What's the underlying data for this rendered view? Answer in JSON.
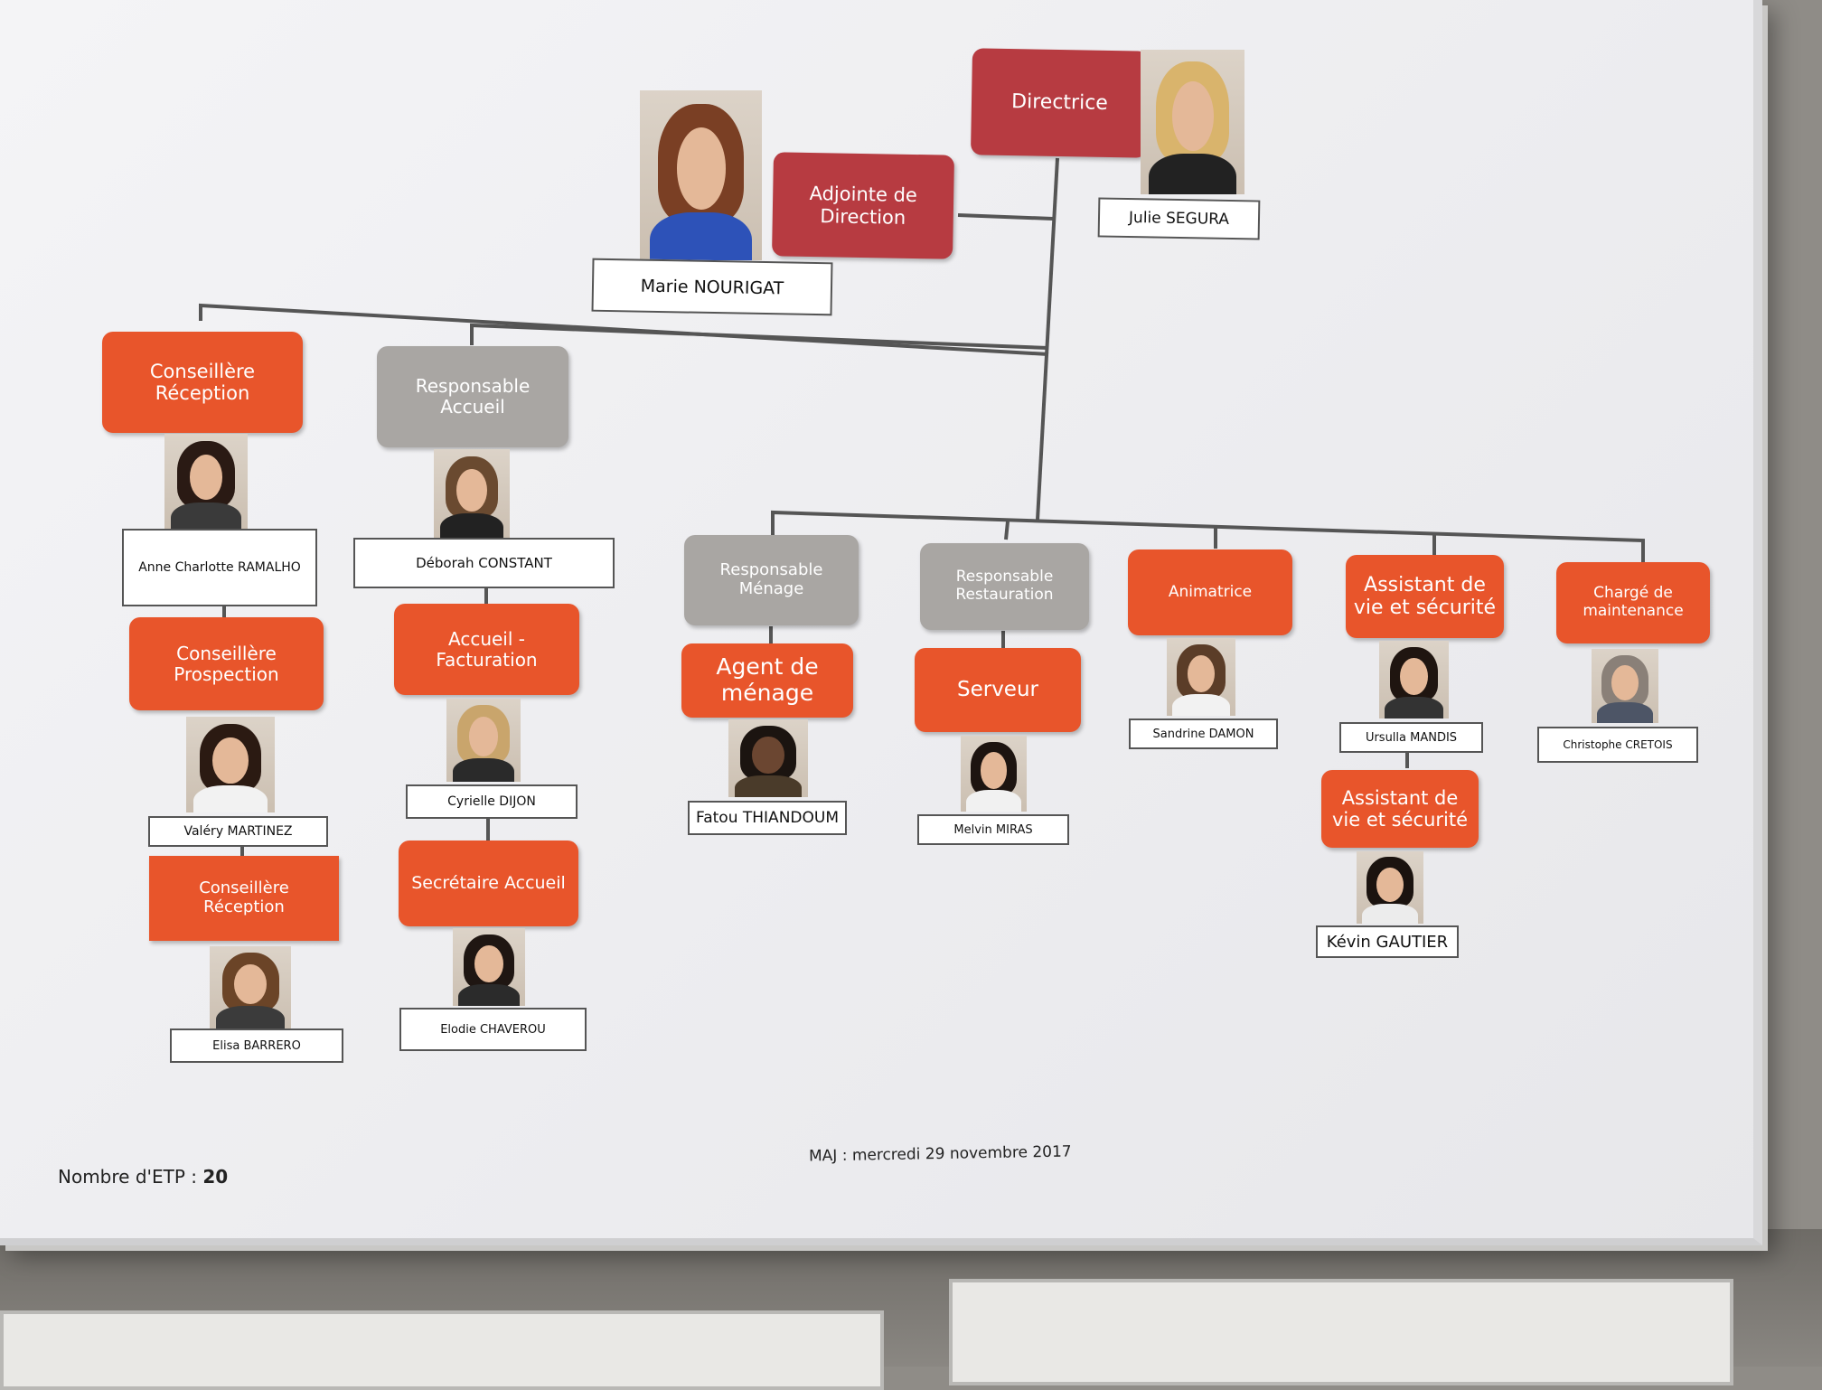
{
  "chart": {
    "roles": {
      "directrice": "Directrice",
      "adjointe": "Adjointe de Direction",
      "conseillere_reception_1": "Conseillère Réception",
      "responsable_accueil": "Responsable Accueil",
      "conseillere_prospection": "Conseillère Prospection",
      "accueil_facturation": "Accueil - Facturation",
      "conseillere_reception_2": "Conseillère Réception",
      "secretaire_accueil": "Secrétaire Accueil",
      "responsable_menage": "Responsable Ménage",
      "agent_menage": "Agent de ménage",
      "responsable_restauration": "Responsable Restauration",
      "serveur": "Serveur",
      "animatrice": "Animatrice",
      "assistant_vie_1": "Assistant de vie et sécurité",
      "charge_maintenance": "Chargé de maintenance",
      "assistant_vie_2": "Assistant de vie et sécurité"
    },
    "names": {
      "julie": "Julie SEGURA",
      "marie": "Marie NOURIGAT",
      "anne": "Anne Charlotte RAMALHO",
      "deborah": "Déborah CONSTANT",
      "valery": "Valéry MARTINEZ",
      "cyrielle": "Cyrielle DIJON",
      "elisa": "Elisa BARRERO",
      "elodie": "Elodie CHAVEROU",
      "fatou": "Fatou THIANDOUM",
      "melvin": "Melvin MIRAS",
      "sandrine": "Sandrine DAMON",
      "ursulla": "Ursulla MANDIS",
      "christophe": "Christophe CRETOIS",
      "kevin": "Kévin GAUTIER"
    }
  },
  "footer": {
    "etp_label": "Nombre d'ETP : ",
    "etp_value": "20",
    "maj": "MAJ : mercredi 29 novembre 2017"
  },
  "colors": {
    "direction": "#b73b41",
    "staff": "#e8552b",
    "manager": "#a9a6a3"
  }
}
